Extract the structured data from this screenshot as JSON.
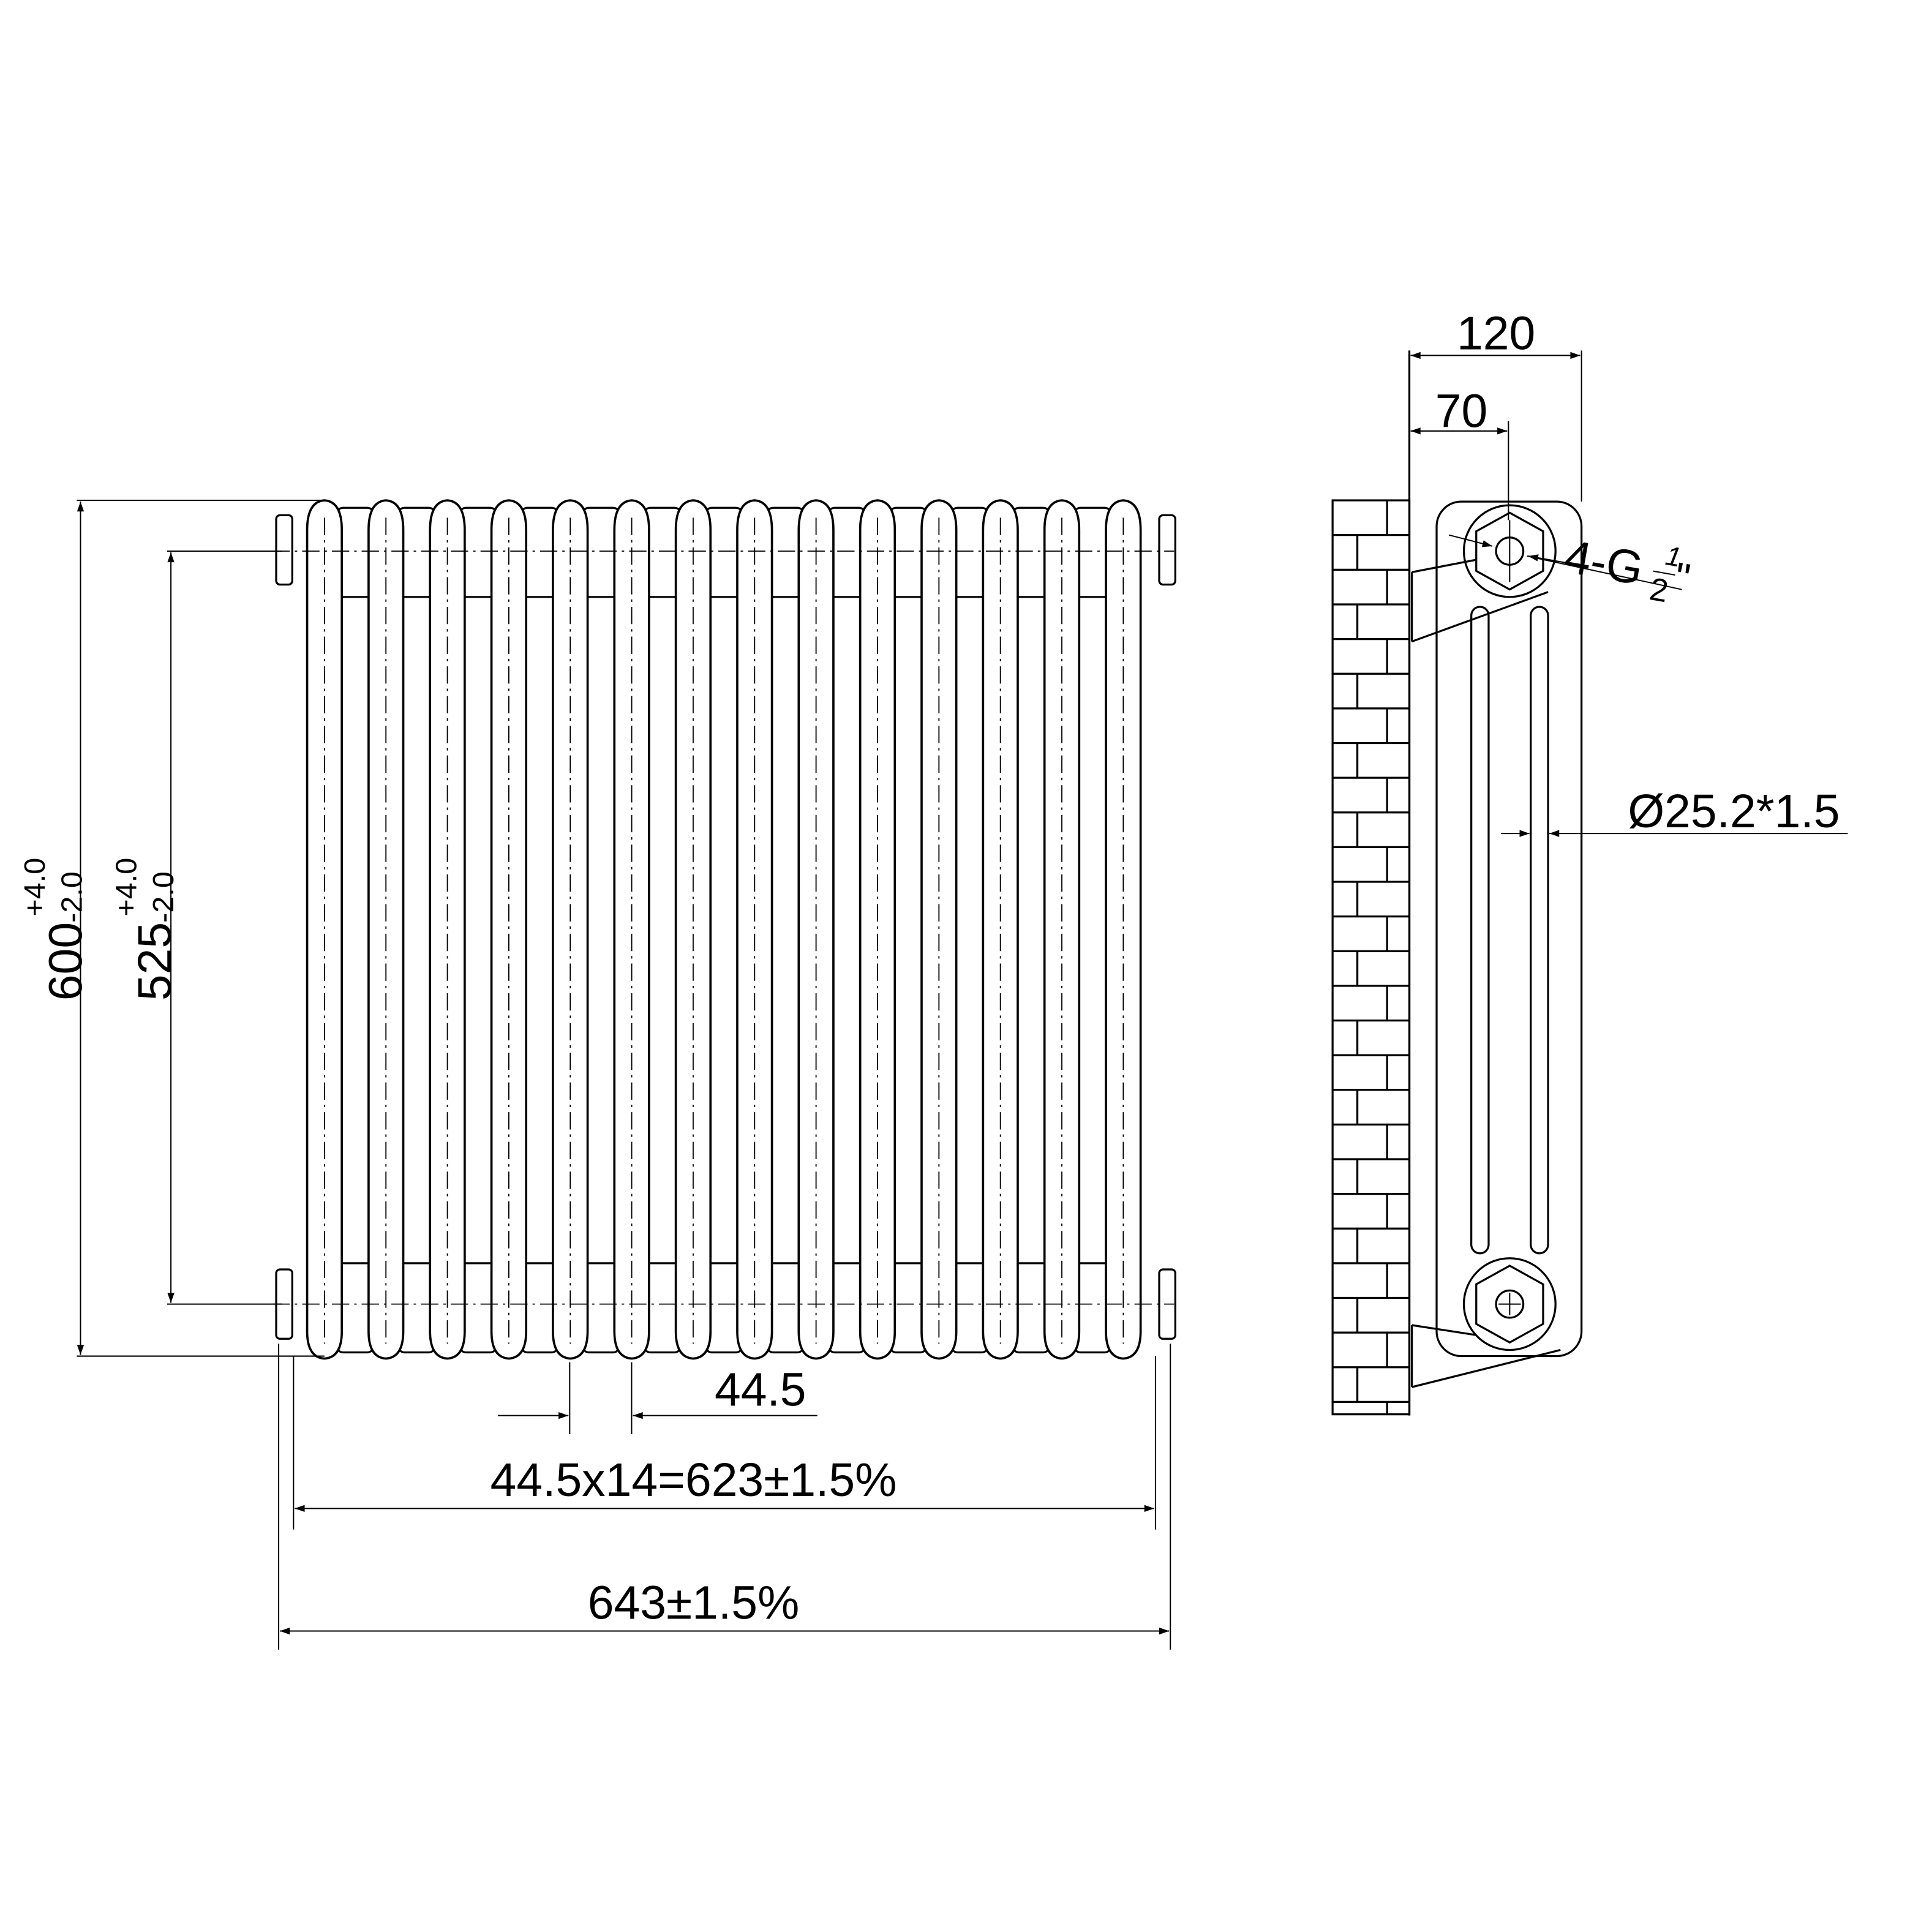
{
  "front_view": {
    "column_count": 14,
    "height_dim": {
      "value": "600",
      "upper_tol": "+4.0",
      "lower_tol": "-2.0"
    },
    "centers_dim": {
      "value": "525",
      "upper_tol": "+4.0",
      "lower_tol": "-2.0"
    },
    "pitch_dim": "44.5",
    "centers_width_dim": "44.5x14=623±1.5%",
    "overall_width_dim": "643±1.5%"
  },
  "side_view": {
    "depth_dim": "120",
    "connection_offset_dim": "70",
    "connection_label": {
      "main": "4-G",
      "num": "1",
      "den": "2",
      "suffix": "\""
    },
    "tube_dim": "Ø25.2*1.5"
  },
  "colors": {
    "line": "#000000",
    "background": "#ffffff"
  }
}
